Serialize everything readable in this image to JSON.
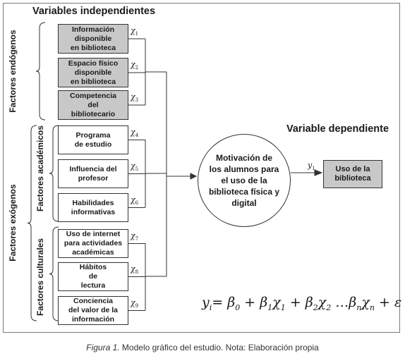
{
  "headings": {
    "independent": "Variables independientes",
    "dependent": "Variable dependiente"
  },
  "group_labels": {
    "endogenous": "Factores endógenos",
    "exogenous": "Factores exógenos",
    "academic": "Factores académicos",
    "cultural": "Factores culturales"
  },
  "factors": [
    {
      "label": "Información\ndisponible\nen biblioteca",
      "var": "χ",
      "sub": "1",
      "group": "endogenous"
    },
    {
      "label": "Espacio físico\ndisponible\nen biblioteca",
      "var": "χ",
      "sub": "2",
      "group": "endogenous"
    },
    {
      "label": "Competencia\ndel\nbibliotecario",
      "var": "χ",
      "sub": "3",
      "group": "endogenous"
    },
    {
      "label": "Programa\nde estudio",
      "var": "χ",
      "sub": "4",
      "group": "academic"
    },
    {
      "label": "Influencia del\nprofesor",
      "var": "χ",
      "sub": "5",
      "group": "academic"
    },
    {
      "label": "Habilidades\ninformativas",
      "var": "χ",
      "sub": "6",
      "group": "academic"
    },
    {
      "label": "Uso de internet\npara actividades\nacadémicas",
      "var": "χ",
      "sub": "7",
      "group": "cultural"
    },
    {
      "label": "Hábitos\nde\nlectura",
      "var": "χ",
      "sub": "8",
      "group": "cultural"
    },
    {
      "label": "Conciencia\ndel valor de la\ninformación",
      "var": "χ",
      "sub": "9",
      "group": "cultural"
    }
  ],
  "center_node": {
    "label": "Motivación de\nlos alumnos para\nel uso de la\nbiblioteca física y\ndigital"
  },
  "output": {
    "var": "y",
    "sub": "1",
    "label": "Uso de la\nbiblioteca"
  },
  "formula": {
    "lhs": "y",
    "lhs_sub": "i",
    "terms": [
      "= β",
      "0",
      " + β",
      "1",
      "χ",
      "1",
      " + β",
      "2",
      "χ",
      "2",
      " …β",
      "n",
      "χ",
      "n",
      " + ε"
    ]
  },
  "caption": {
    "figure": "Figura 1.",
    "text": " Modelo gráfico del estudio. Nota: Elaboración propia"
  },
  "colors": {
    "box_grey": "#c8c8c8",
    "line": "#333333"
  }
}
